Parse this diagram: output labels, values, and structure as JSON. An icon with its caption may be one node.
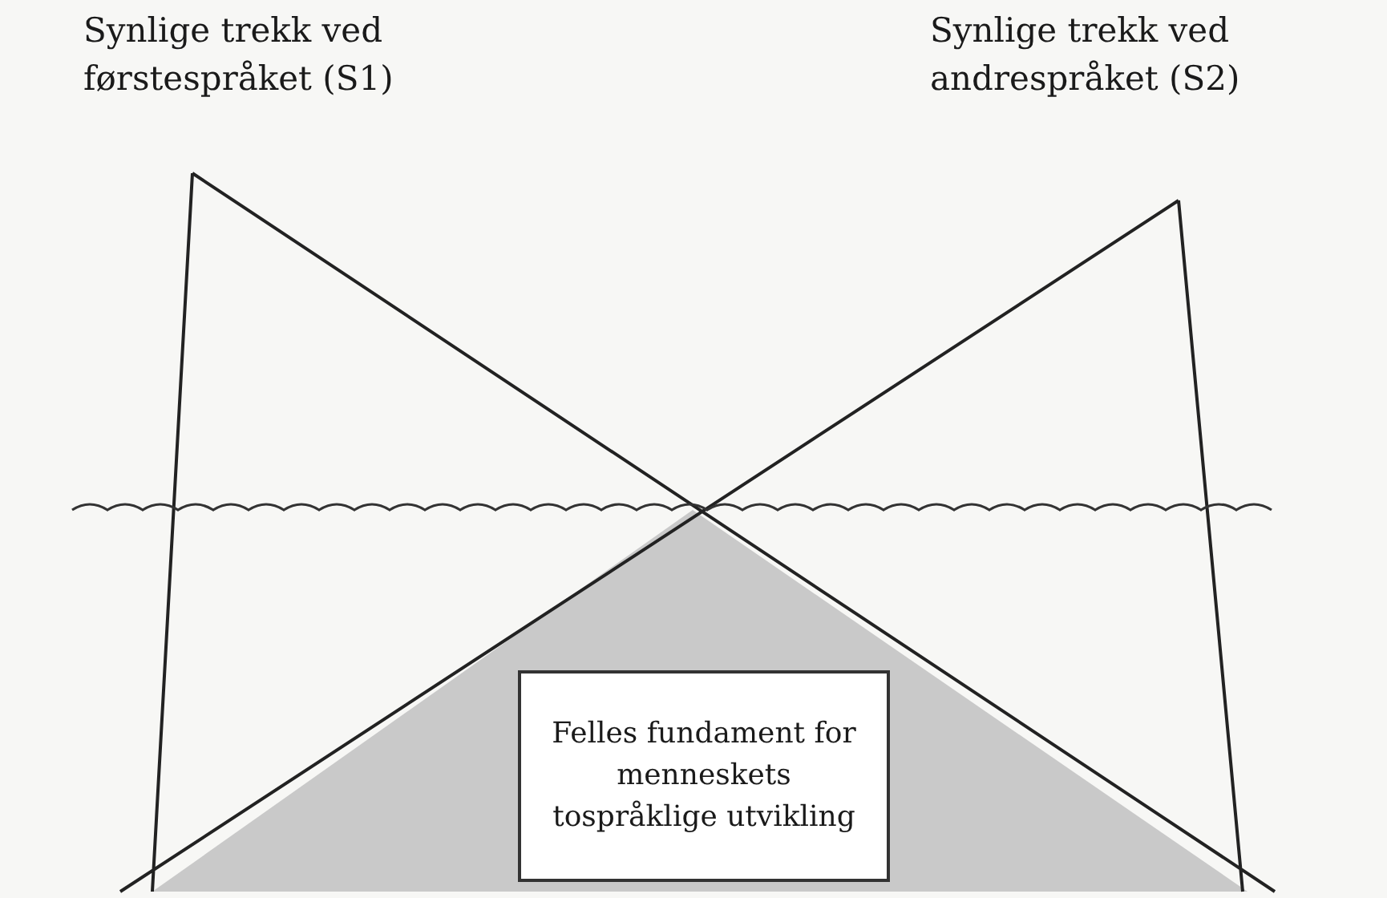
{
  "diagram": {
    "nodes": [
      {
        "text": [
          "Felles fundament for menneskets tospråklige utvikling"
        ]
      }
    ],
    "labels": [
      "Synlige trekk ved førstespråket (S1)",
      "Synlige trekk ved andrespråket (S2)"
    ]
  }
}
